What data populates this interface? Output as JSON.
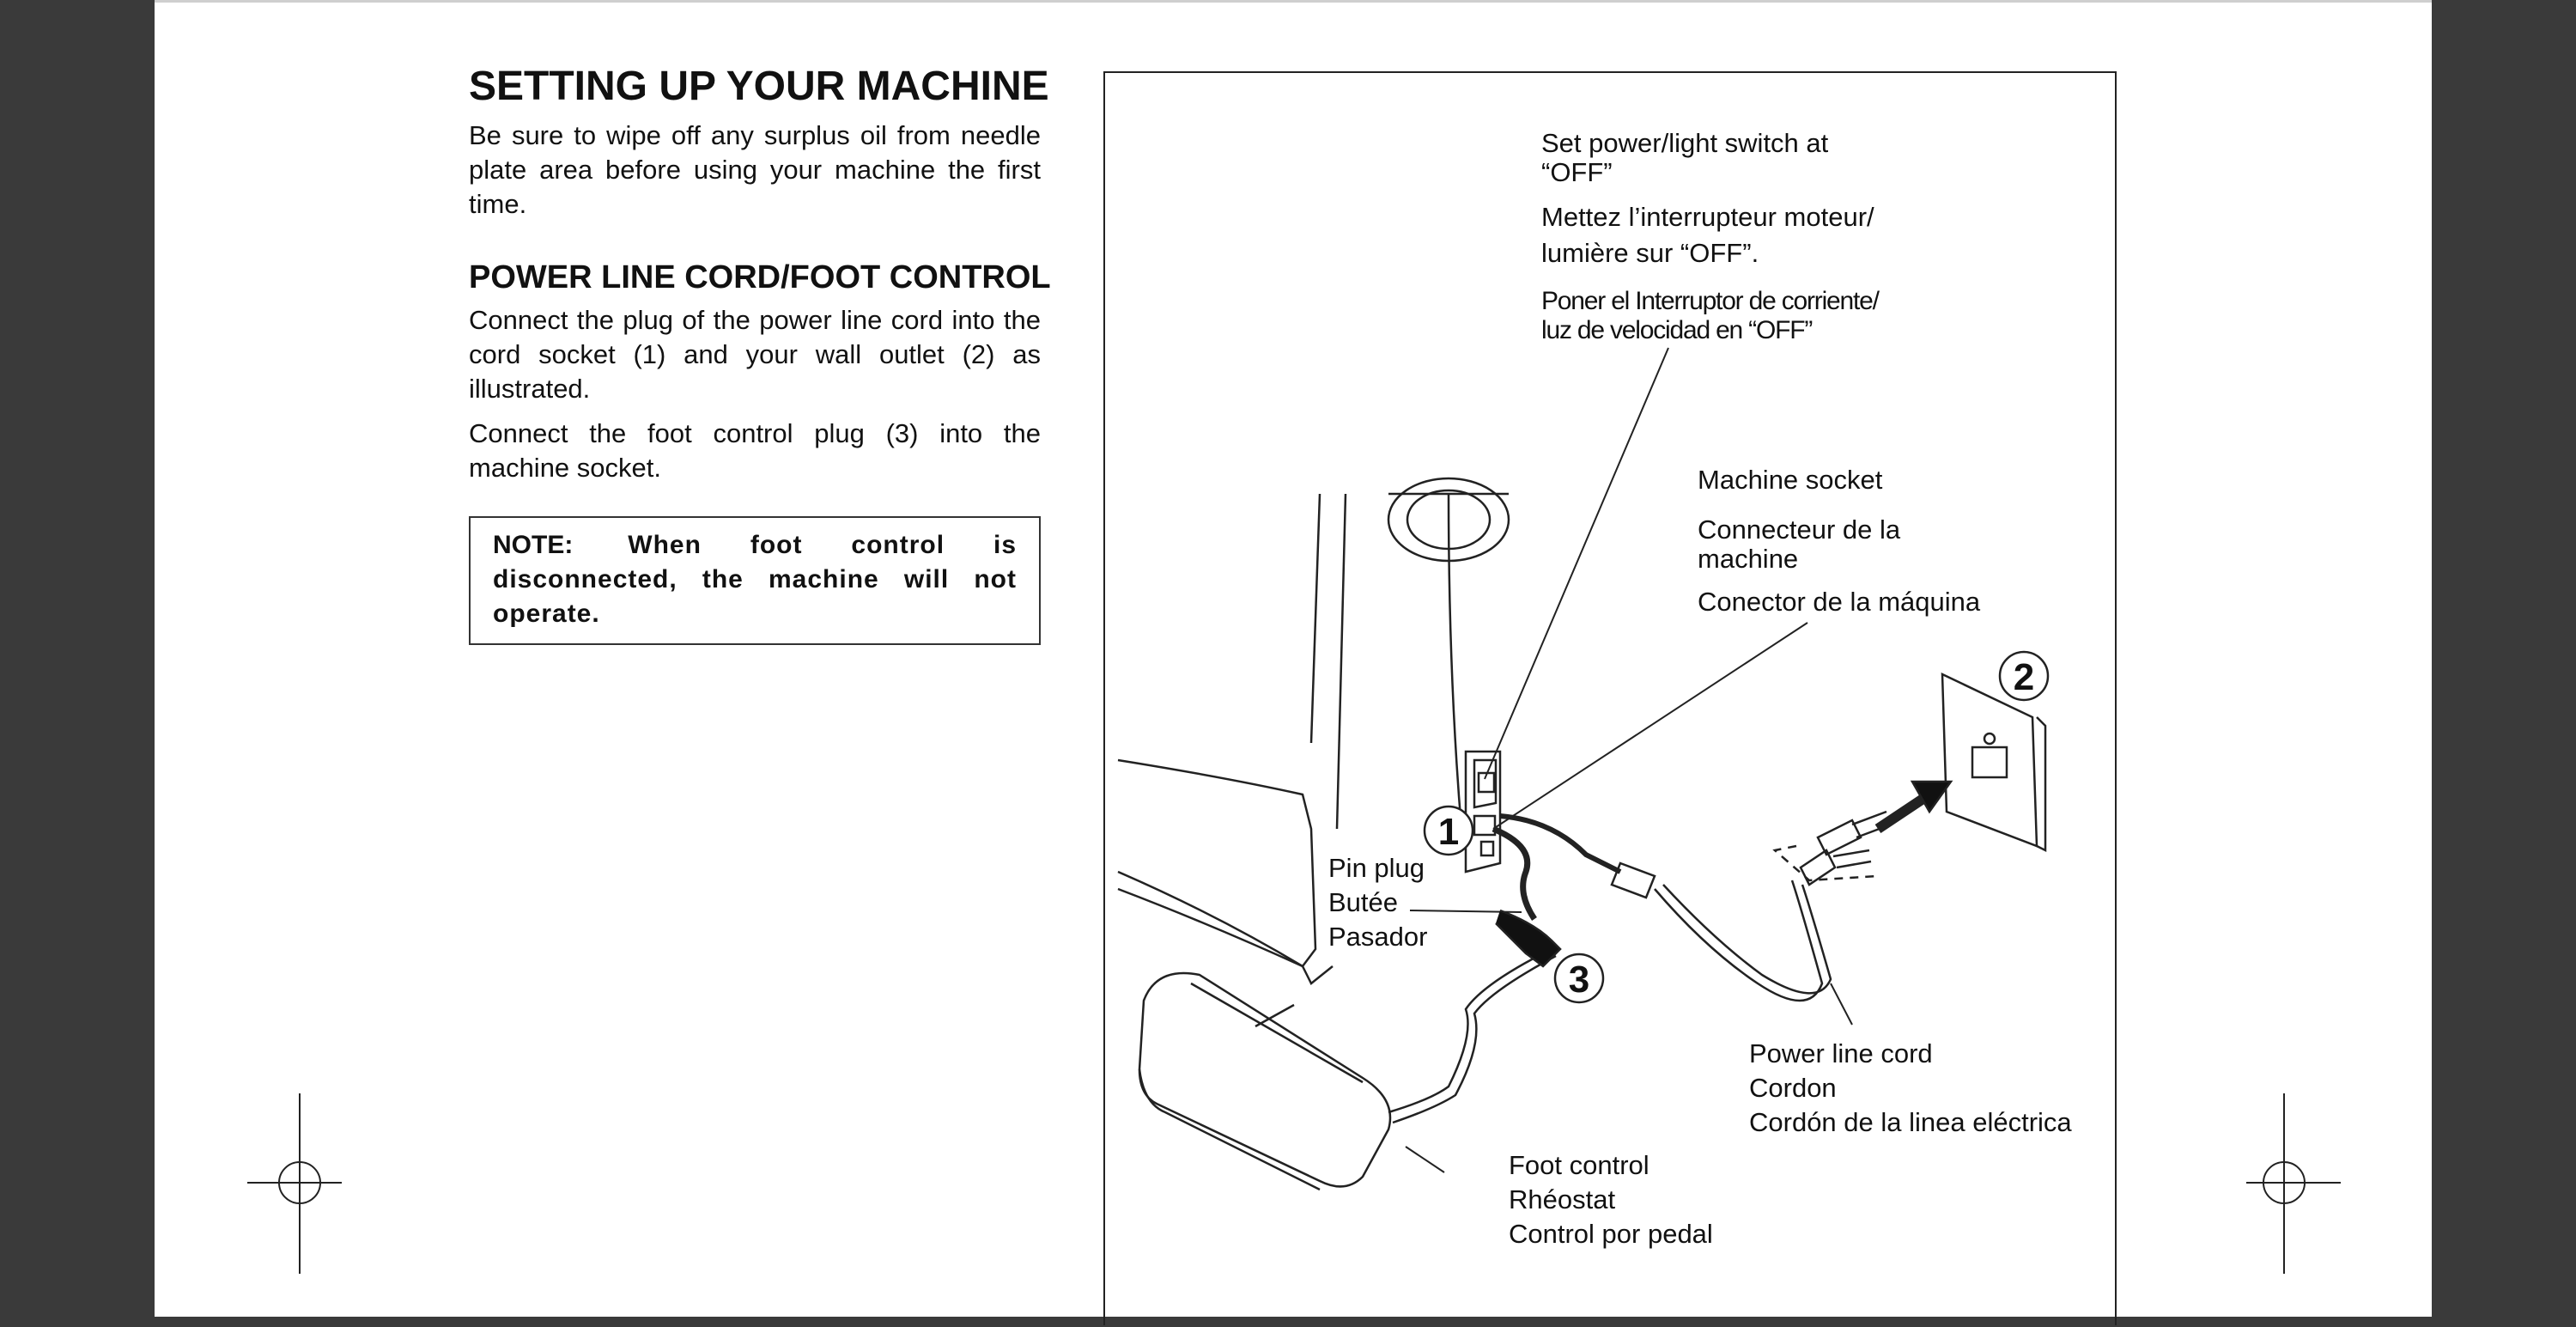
{
  "setup": {
    "title": "SETTING UP YOUR MACHINE",
    "intro": "Be sure to wipe off any surplus oil from needle plate area before using your machine the first time."
  },
  "power": {
    "heading": "POWER LINE CORD/FOOT CONTROL",
    "para1": "Connect the plug of the power line cord into the cord socket (1) and your wall outlet (2) as illustrated.",
    "para2": "Connect the foot control plug (3) into the machine socket."
  },
  "note": {
    "label": "NOTE:",
    "text": "When foot control is disconnected, the machine will not operate."
  },
  "figure": {
    "switch": {
      "en_line1": "Set power/light switch at",
      "en_line2": "“OFF”",
      "fr_line1": "Mettez l’interrupteur moteur/",
      "fr_line2": "lumière sur “OFF”.",
      "es_line1": "Poner el Interruptor de corriente/",
      "es_line2": "luz de velocidad en “OFF”"
    },
    "socket": {
      "en": "Machine socket",
      "fr_line1": "Connecteur de la",
      "fr_line2": "machine",
      "es": "Conector de la máquina"
    },
    "pin": {
      "en": "Pin plug",
      "fr": "Butée",
      "es": "Pasador"
    },
    "cord": {
      "en": "Power line cord",
      "fr": "Cordon",
      "es": "Cordón de la linea eléctrica"
    },
    "foot": {
      "en": "Foot control",
      "fr": "Rhéostat",
      "es": "Control por pedal"
    },
    "callouts": {
      "one": "1",
      "two": "2",
      "three": "3"
    }
  }
}
